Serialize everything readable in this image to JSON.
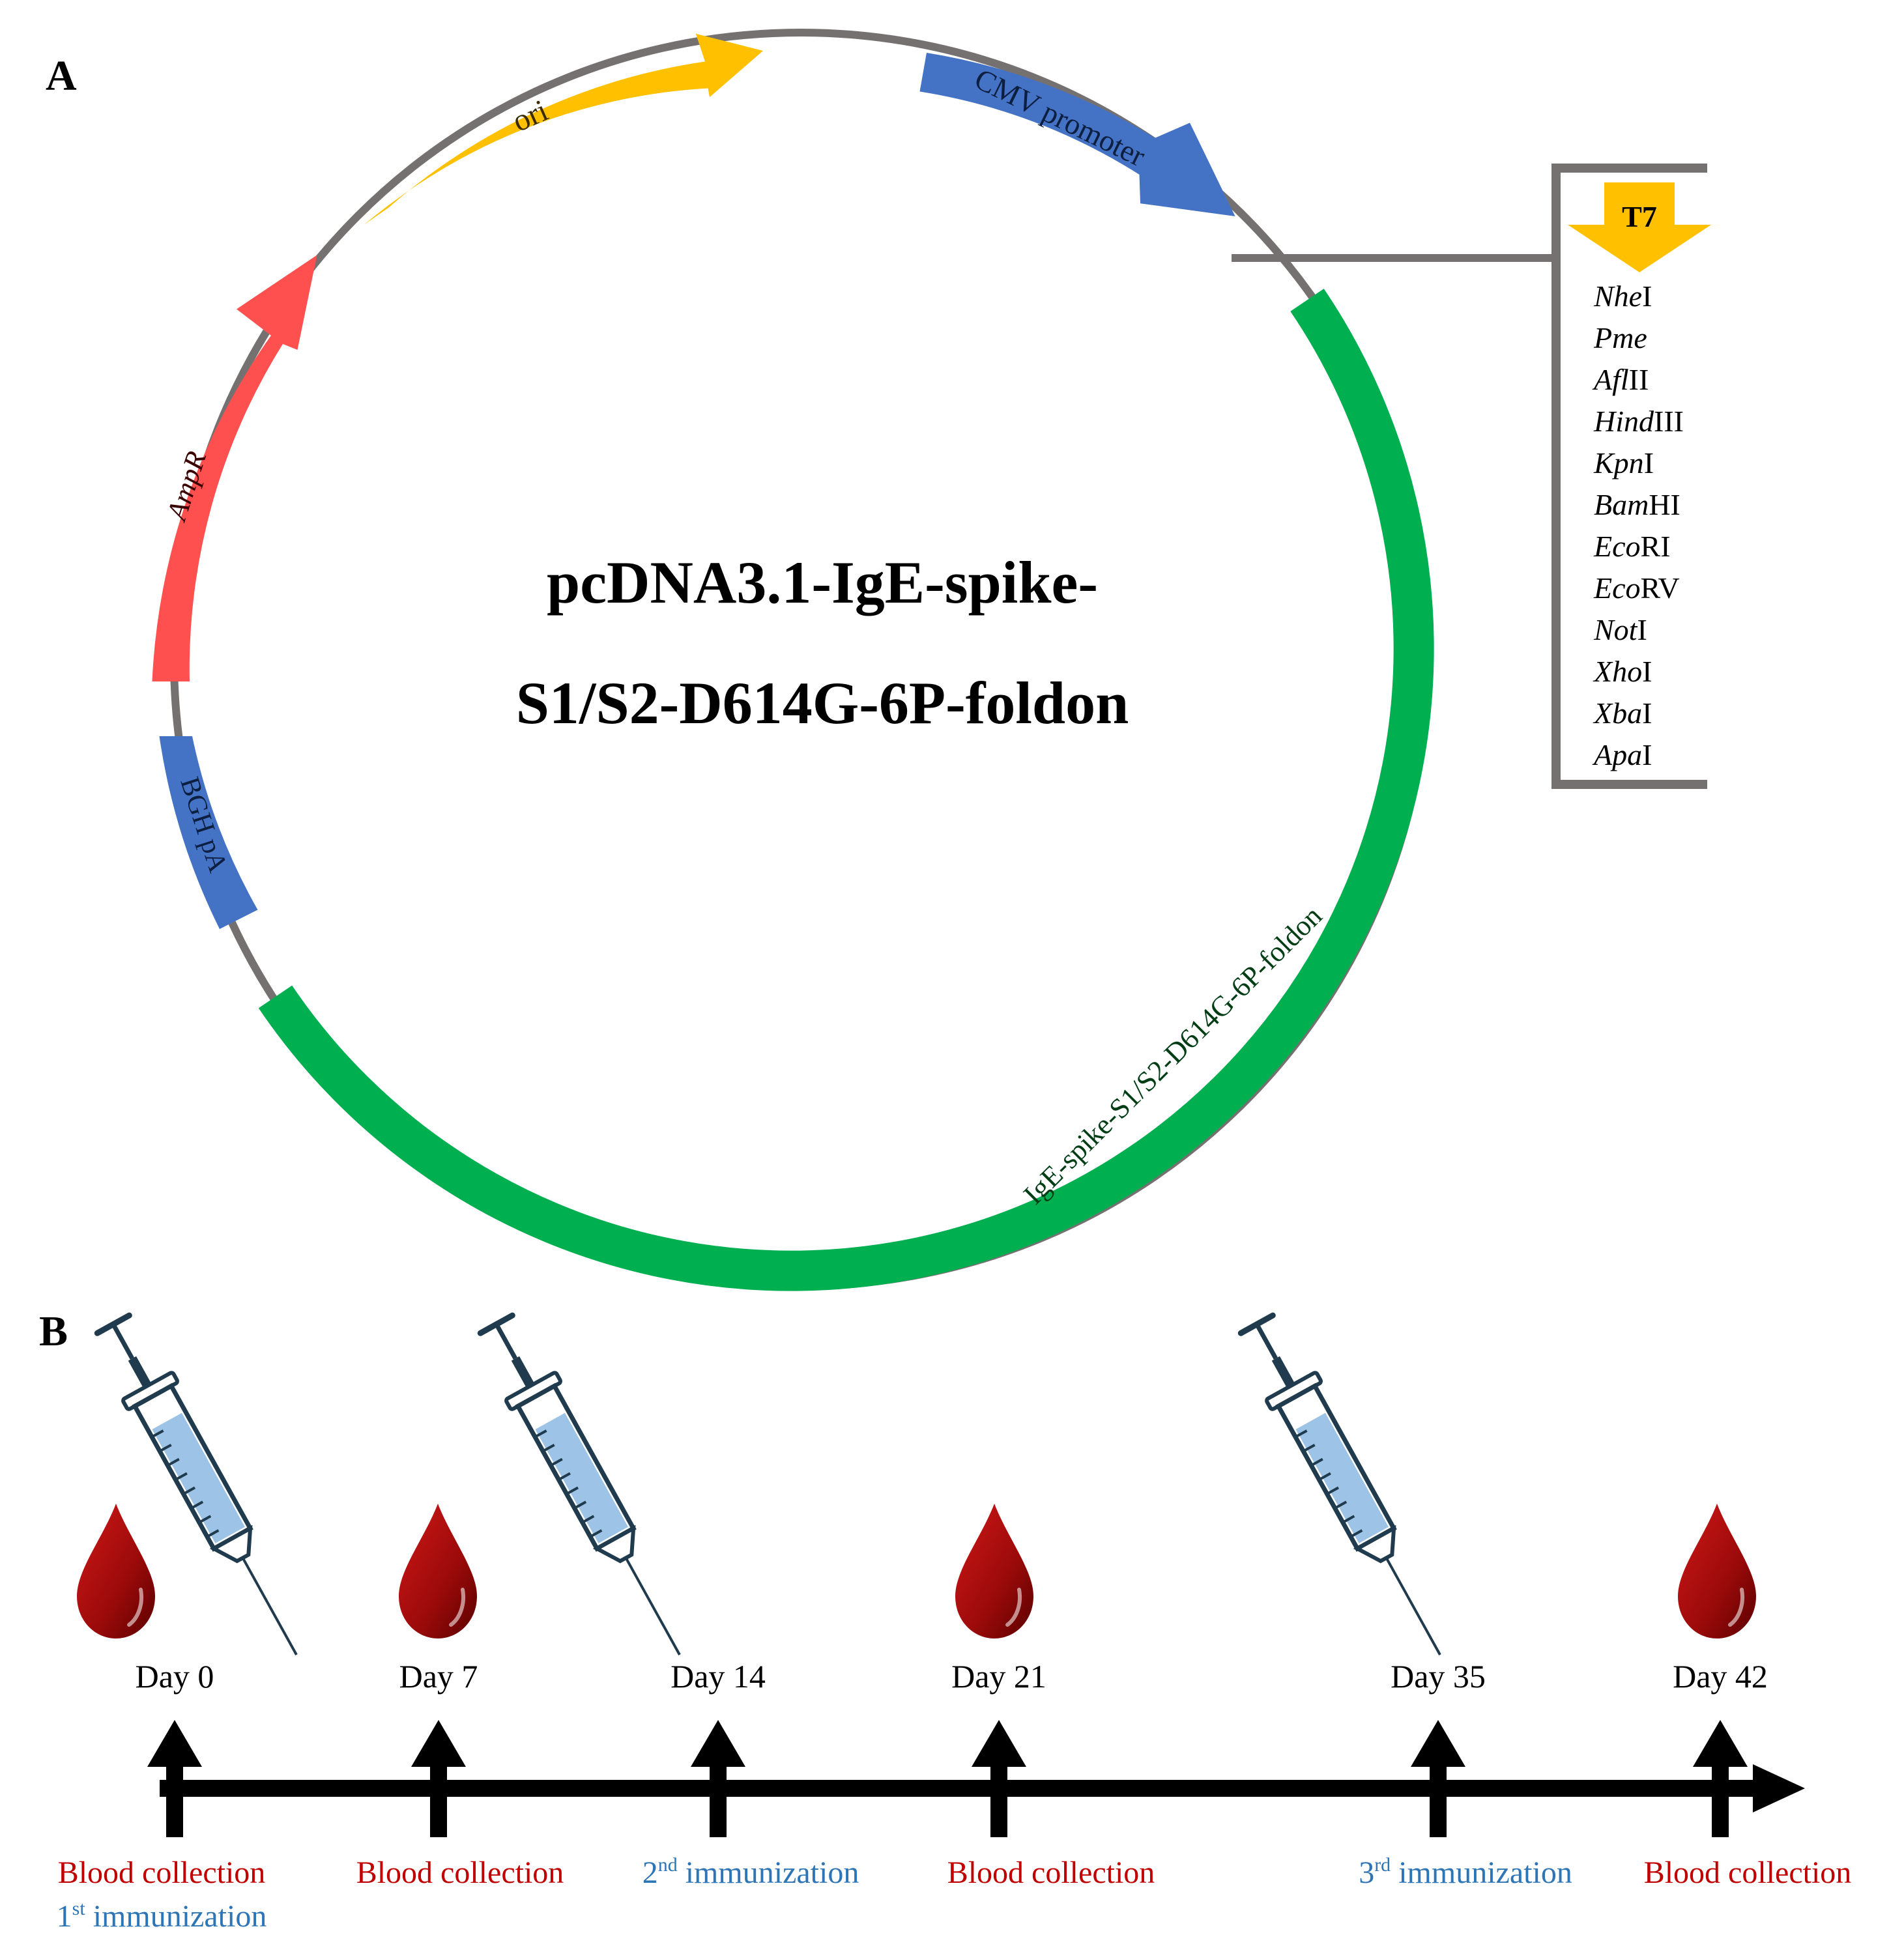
{
  "panel_a": {
    "label": "A",
    "plasmid_name_line1": "pcDNA3.1-IgE-spike-",
    "plasmid_name_line2": "S1/S2-D614G-6P-foldon",
    "features": {
      "ori": "ori",
      "cmv": "CMV promoter",
      "ampr": "AmpR",
      "bgh": "BGH pA",
      "insert": "IgE-spike-S1/S2-D614G-6P-foldon"
    },
    "mcs": {
      "t7": "T7",
      "sites": [
        {
          "italic": "Nhe",
          "roman": "I"
        },
        {
          "italic": "Pme",
          "roman": ""
        },
        {
          "italic": "Afl",
          "roman": "II"
        },
        {
          "italic": "Hind",
          "roman": "III"
        },
        {
          "italic": "Kpn",
          "roman": "I"
        },
        {
          "italic": "Bam",
          "roman": "HI"
        },
        {
          "italic": "Eco",
          "roman": "RI"
        },
        {
          "italic": "Eco",
          "roman": "RV"
        },
        {
          "italic": "Not",
          "roman": "I"
        },
        {
          "italic": "Xho",
          "roman": "I"
        },
        {
          "italic": "Xba",
          "roman": "I"
        },
        {
          "italic": "Apa",
          "roman": "I"
        }
      ]
    }
  },
  "panel_b": {
    "label": "B",
    "timepoints": [
      {
        "day": "Day 0",
        "events": [
          {
            "text": "Blood collection",
            "kind": "blood"
          },
          {
            "text": "immunization",
            "ordinal": "1",
            "sup": "st",
            "kind": "immunization"
          }
        ],
        "blood": true,
        "syringe": true
      },
      {
        "day": "Day 7",
        "events": [
          {
            "text": "Blood collection",
            "kind": "blood"
          }
        ],
        "blood": true,
        "syringe": false
      },
      {
        "day": "Day 14",
        "events": [
          {
            "text": "immunization",
            "ordinal": "2",
            "sup": "nd",
            "kind": "immunization"
          }
        ],
        "blood": false,
        "syringe": true
      },
      {
        "day": "Day 21",
        "events": [
          {
            "text": "Blood collection",
            "kind": "blood"
          }
        ],
        "blood": true,
        "syringe": false
      },
      {
        "day": "Day 35",
        "events": [
          {
            "text": "immunization",
            "ordinal": "3",
            "sup": "rd",
            "kind": "immunization"
          }
        ],
        "blood": false,
        "syringe": true
      },
      {
        "day": "Day 42",
        "events": [
          {
            "text": "Blood collection",
            "kind": "blood"
          }
        ],
        "blood": true,
        "syringe": false
      }
    ]
  },
  "colors": {
    "ori": "#FFC000",
    "promoter": "#4472C4",
    "ampr": "#FF5050",
    "insert": "#00B050",
    "backbone": "#767171",
    "blood_text": "#C00000",
    "immunization_text": "#2E75B6",
    "drop": "#8B0000",
    "syringe_fluid": "#9DC3E6",
    "syringe_line": "#1F3B4D"
  }
}
